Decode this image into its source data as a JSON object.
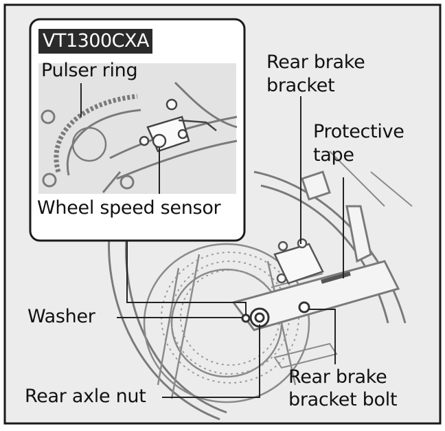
{
  "inset": {
    "model": "VT1300CXA",
    "pulser_ring_label": "Pulser ring",
    "wheel_speed_sensor_label": "Wheel speed sensor"
  },
  "callouts": {
    "rear_brake_bracket": [
      "Rear brake",
      "bracket"
    ],
    "protective_tape": [
      "Protective",
      "tape"
    ],
    "washer": "Washer",
    "rear_axle_nut": "Rear axle nut",
    "rear_brake_bracket_bolt": [
      "Rear brake",
      "bracket bolt"
    ]
  },
  "colors": {
    "frame": "#1a1a1a",
    "background": "#ececec",
    "line_art": "#7a7a7a",
    "callout": "#222222",
    "tag": "#2b2b2b"
  }
}
